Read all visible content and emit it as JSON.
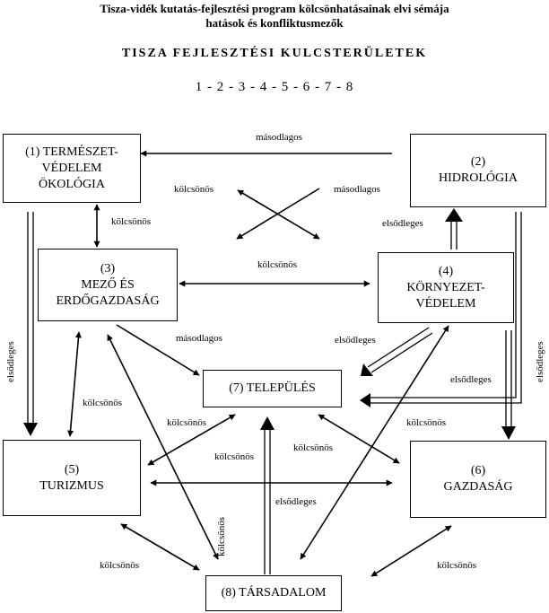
{
  "title": {
    "line1": "Tisza-vidék kutatás-fejlesztési program kölcsönhatásainak elvi sémája",
    "line2": "hatások és konfliktusmezők",
    "heading": "TISZA FEJLESZTÉSI KULCSTERÜLETEK",
    "sequence": "1 - 2 - 3 - 4 - 5 - 6 - 7 - 8"
  },
  "boxes": {
    "b1": [
      "(1) TERMÉSZET-",
      "VÉDELEM",
      "ÖKOLÓGIA"
    ],
    "b2": [
      "(2)",
      "HIDROLÓGIA"
    ],
    "b3": [
      "(3)",
      "MEZŐ ÉS",
      "ERDŐGAZDASÁG"
    ],
    "b4": [
      "(4)",
      "KÖRNYEZET-",
      "VÉDELEM"
    ],
    "b5": [
      "(5)",
      "TURIZMUS"
    ],
    "b6": [
      "(6)",
      "GAZDASÁG"
    ],
    "b7": [
      "(7) TELEPÜLÉS"
    ],
    "b8": [
      "(8) TÁRSADALOM"
    ]
  },
  "labels": {
    "masodlagos_top": "másodlagos",
    "kolcsonos_cross": "kölcsönös",
    "masodlagos_cross": "másodlagos",
    "kolcsonos_1_3": "kölcsönös",
    "elsodleges_4_2": "elsődleges",
    "kolcsonos_3_4": "kölcsönös",
    "masodlagos_3_7": "másodlagos",
    "elsodleges_4_7": "elsődleges",
    "elsodleges_2_7": "elsődleges",
    "elsodleges_1_5": "elsődleges",
    "elsodleges_2_6": "elsődleges",
    "kolcsonos_3_5": "kölcsönös",
    "kolcsonos_5_7": "kölcsönös",
    "kolcsonos_7_6": "kölcsönös",
    "kolcsonos_5_6_top": "kölcsönös",
    "kolcsonos_5_6": "kölcsönös",
    "elsodleges_8_7": "elsődleges",
    "kolcsonos_8_3": "kölcsönös",
    "kolcsonos_5_8": "kölcsönös",
    "kolcsonos_8_6": "kölcsönös"
  }
}
